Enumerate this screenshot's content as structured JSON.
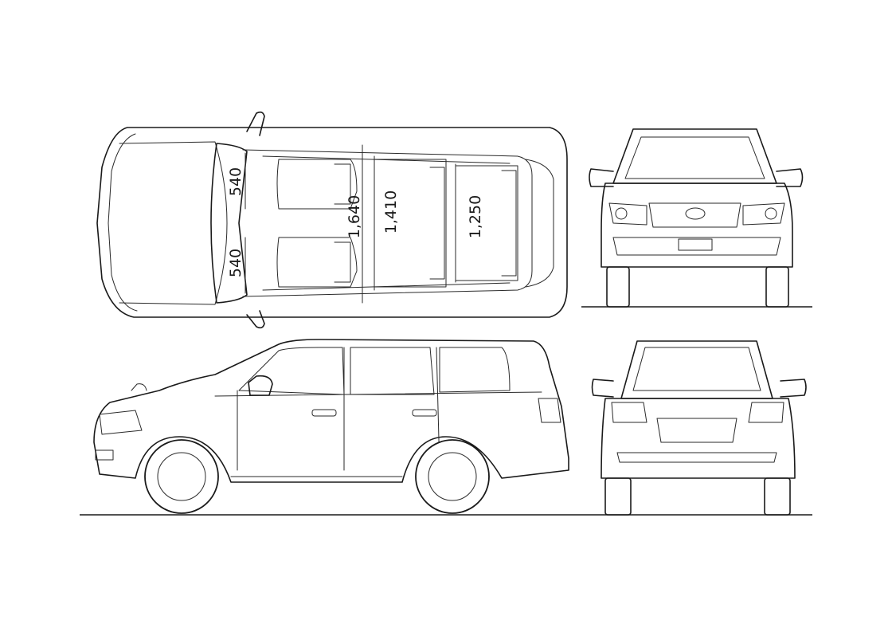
{
  "dimensions": {
    "front_seat_left": "540",
    "front_seat_right": "540",
    "interior_width_front": "1,640",
    "interior_width_middle": "1,410",
    "interior_width_rear": "1,250"
  },
  "views": [
    "top",
    "front",
    "side",
    "rear"
  ],
  "colors": {
    "line": "#1a1a1a",
    "background": "#ffffff"
  }
}
